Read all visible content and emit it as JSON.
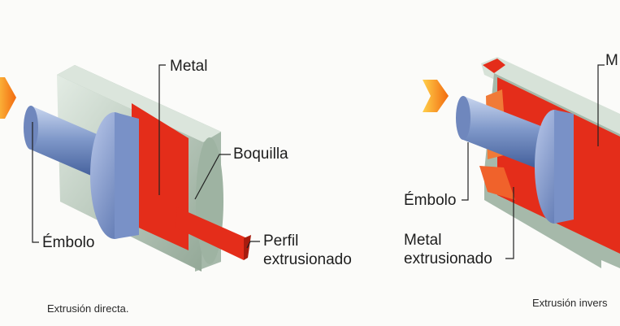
{
  "direct": {
    "labels": {
      "metal": "Metal",
      "die": "Boquilla",
      "profile_line1": "Perfil",
      "profile_line2": "extrusionado",
      "ram": "Émbolo"
    },
    "caption": "Extrusión directa."
  },
  "inverse": {
    "labels": {
      "metal": "M",
      "ram": "Émbolo",
      "extruded_line1": "Metal",
      "extruded_line2": "extrusionado"
    },
    "caption": "Extrusión invers"
  },
  "colors": {
    "metal": "#e42d1a",
    "container": "#bccbbe",
    "ram": "#7a96c9",
    "arrow": "#f49a12"
  }
}
